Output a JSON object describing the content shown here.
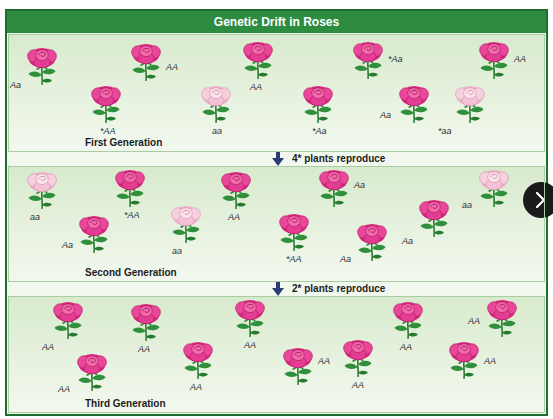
{
  "diagram": {
    "title": "Genetic Drift in Roses",
    "nodes": [
      {
        "text": [
          "First Generation"
        ]
      },
      {
        "text": [
          "Second Generation"
        ]
      },
      {
        "text": [
          "Third Generation"
        ]
      }
    ],
    "edges": [
      {
        "from": 0,
        "to": 1,
        "arrow": "to",
        "label": "4* plants reproduce"
      },
      {
        "from": 1,
        "to": 2,
        "arrow": "to",
        "label": "2* plants reproduce"
      }
    ],
    "labels": [
      "Aa",
      "AA",
      "*AA",
      "aa",
      "AA",
      "*Aa",
      "*Aa",
      "Aa",
      "*aa",
      "AA",
      "aa",
      "*AA",
      "Aa",
      "aa",
      "AA",
      "*AA",
      "Aa",
      "Aa",
      "Aa",
      "aa",
      "AA",
      "AA",
      "AA",
      "AA",
      "AA",
      "AA",
      "AA",
      "AA",
      "AA",
      "AA"
    ]
  }
}
